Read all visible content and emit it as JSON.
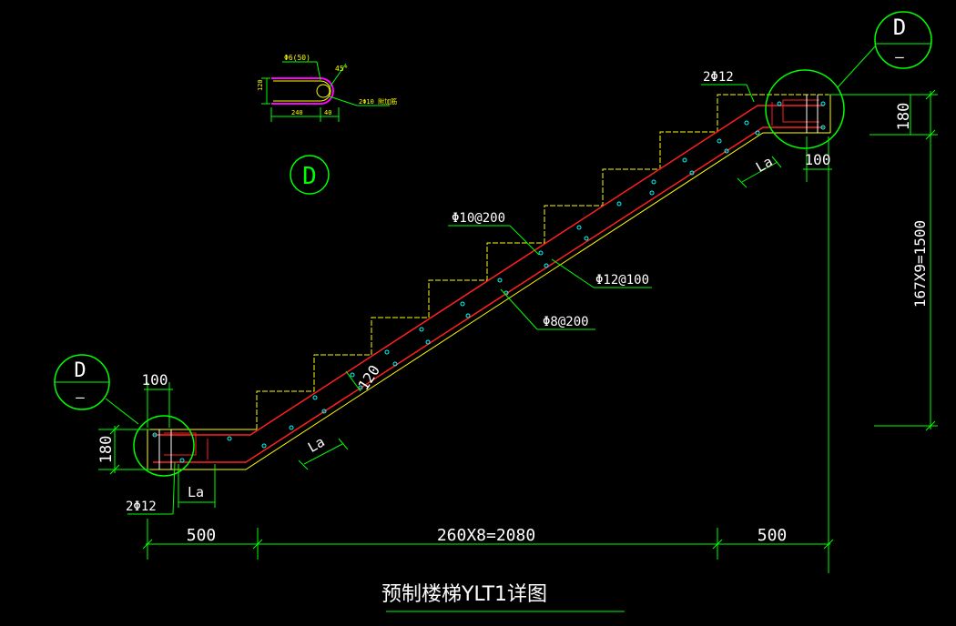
{
  "drawing": {
    "title": "预制楼梯YLT1详图",
    "dims": {
      "left_span": "500",
      "middle_span": "260X8=2080",
      "right_span": "500",
      "height": "167X9=1500",
      "top_thickness": "180",
      "bottom_thickness": "180",
      "top_cover": "100",
      "bottom_cover": "100",
      "slab_thickness": "120"
    },
    "labels": {
      "rebar_top": "2Φ12",
      "rebar_bottom": "2Φ12",
      "dist_bar": "Φ10@200",
      "main_bar": "Φ12@100",
      "tie_bar": "Φ8@200",
      "anchor_top": "La",
      "anchor_bottom": "La",
      "anchor_mid": "La"
    },
    "callouts": {
      "top_letter": "D",
      "top_sub": "–",
      "left_letter": "D",
      "left_sub": "–",
      "detail_letter": "D"
    },
    "detail": {
      "label_top": "Φ6(50)",
      "label_angle": "45°",
      "label_bar": "2Φ10 附加筋",
      "dim_left": "120",
      "dim_bottom_a": "240",
      "dim_bottom_b": "40"
    },
    "colors": {
      "green": "#00ff00",
      "white": "#ffffff",
      "yellow": "#ffff00",
      "red": "#ff2020",
      "cyan": "#00ffff",
      "magenta": "#ff00ff"
    }
  }
}
